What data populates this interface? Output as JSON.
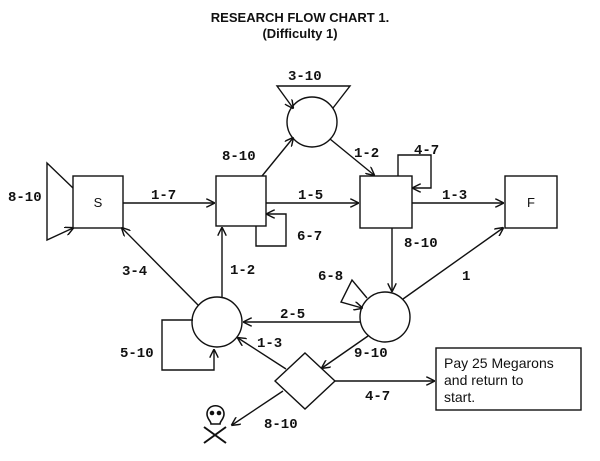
{
  "title": "RESEARCH FLOW CHART 1.",
  "subtitle": "(Difficulty 1)",
  "nodes": {
    "start": "S",
    "finish": "F",
    "penalty_note": [
      "Pay 25 Megarons",
      "and return to",
      "start."
    ]
  },
  "edge_labels": {
    "s_self": "8-10",
    "s_to_b1": "1-7",
    "b1_to_ctop": "8-10",
    "ctop_self": "3-10",
    "ctop_to_b2": "1-2",
    "b2_self": "4-7",
    "b1_to_b2": "1-5",
    "b1_self": "6-7",
    "b2_to_f": "1-3",
    "b2_to_cr": "8-10",
    "cr_self": "6-8",
    "cr_to_f": "1",
    "cr_to_cl": "2-5",
    "cl_to_b1": "1-2",
    "cl_to_s": "3-4",
    "cl_self": "5-10",
    "cr_to_d": "9-10",
    "d_to_cl": "1-3",
    "d_to_note": "4-7",
    "d_to_skull": "8-10"
  }
}
